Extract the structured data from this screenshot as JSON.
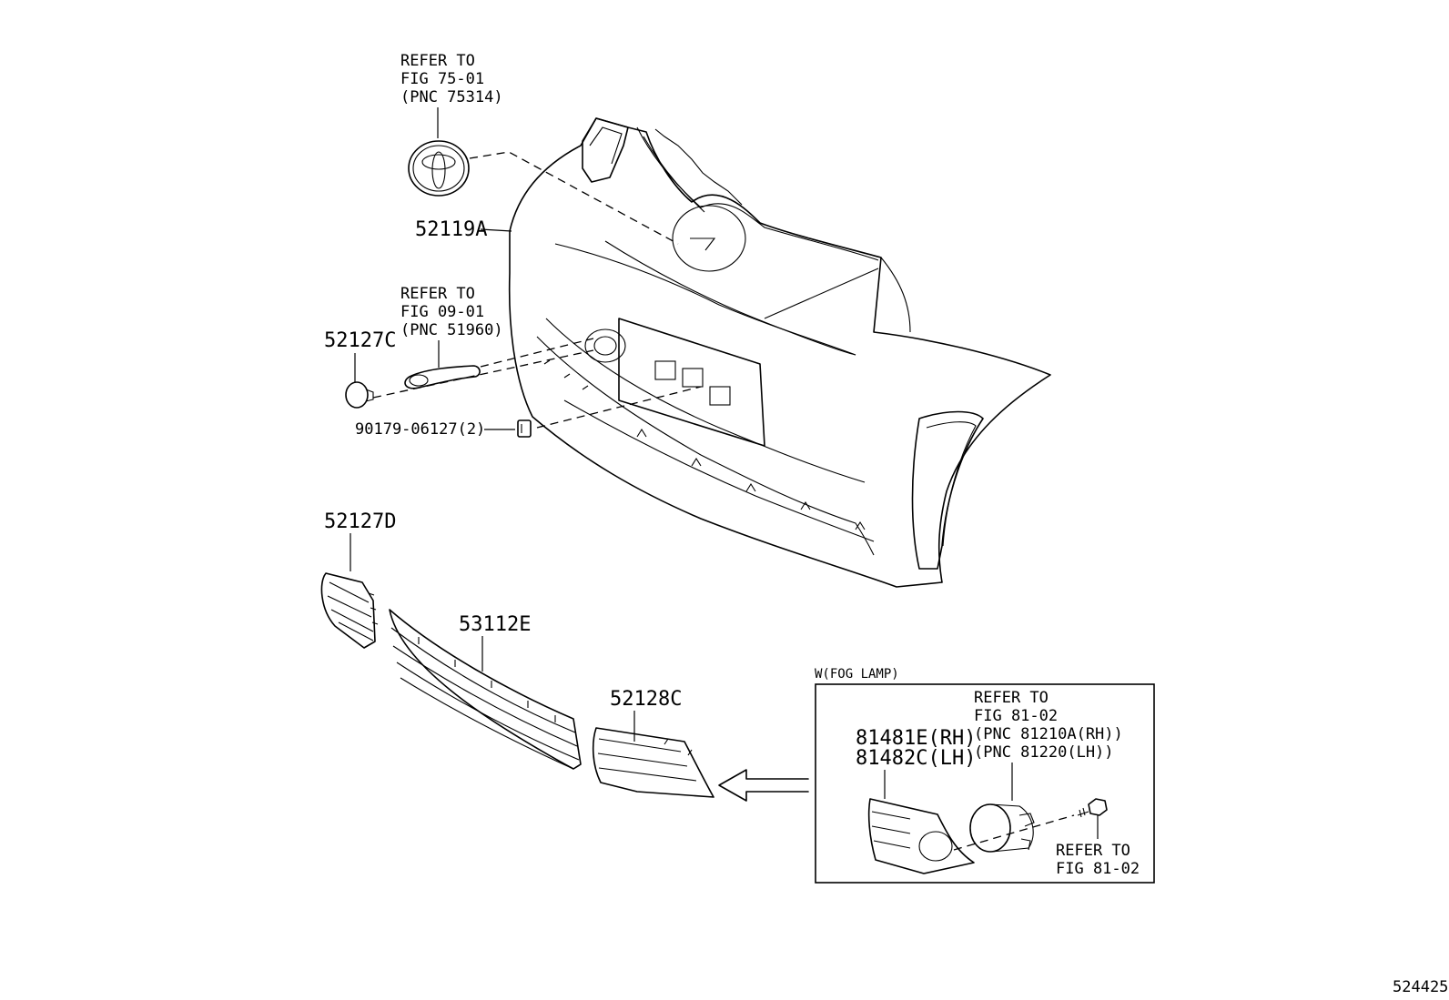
{
  "diagram_id": "524425",
  "emblem_ref": [
    "REFER TO",
    "FIG 75-01",
    "(PNC 75314)"
  ],
  "tow_hook_ref": [
    "REFER TO",
    "FIG 09-01",
    "(PNC 51960)"
  ],
  "parts": {
    "bumper_cover": "52119A",
    "tow_hook_cover": "52127C",
    "clip": "90179-06127(2)",
    "grille_side_lh": "52127D",
    "lower_grille": "53112E",
    "grille_side_rh": "52128C"
  },
  "fog_lamp_box": {
    "title": "W(FOG LAMP)",
    "lamp_ref": [
      "REFER TO",
      "FIG 81-02",
      "(PNC 81210A(RH))",
      "(PNC 81220(LH))"
    ],
    "cover_rh": "81481E(RH)",
    "cover_lh": "81482C(LH)",
    "screw_ref": [
      "REFER TO",
      "FIG 81-02"
    ]
  }
}
